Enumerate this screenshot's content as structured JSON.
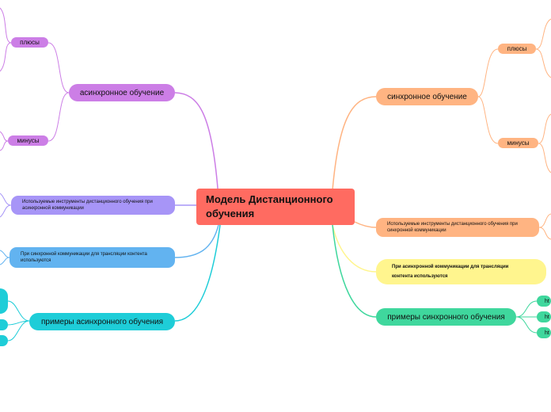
{
  "diagram": {
    "root": "Модель Дистанционного обучения",
    "async": {
      "label": "асинхронное обучение",
      "pros": "плюсы",
      "cons": "минусы"
    },
    "async_tools": "Используемые инструменты дистанционного обучения при асинхронной коммуникации",
    "sync_translation": "При синхронной коммуникации для трансляции контента используются",
    "async_examples": "примеры асинхронного обучения",
    "sync": {
      "label": "синхронное обучение",
      "pros": "плюсы",
      "cons": "минусы"
    },
    "sync_tools": "Используемые инструменты дистанционного обучения при синхронной коммуникации",
    "async_translation": "При асинхронной коммуникации для трансляции контента используются",
    "sync_examples": "примеры синхронного обучения",
    "sync_example_leaves": [
      "ht",
      "ht",
      "ht"
    ]
  },
  "colors": {
    "central": "#ff6b61",
    "async": "#cc7ee6",
    "async_tools": "#a795f7",
    "sync_translation": "#62b3f0",
    "async_examples": "#1ecdd8",
    "sync": "#ffb482",
    "async_translation": "#fff58e",
    "sync_examples": "#3fd79d"
  }
}
